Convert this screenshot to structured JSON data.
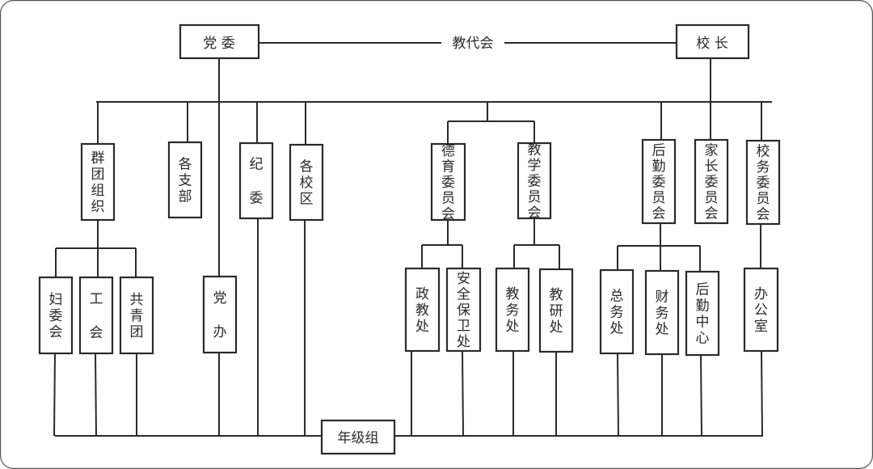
{
  "title": "学校组织结构图",
  "top": {
    "party_committee": "党 委",
    "staff_congress": "教代会",
    "principal": "校 长"
  },
  "level2": {
    "mass_orgs": "群团组织",
    "branches": "各支部",
    "discipline": "纪委",
    "campuses": "各校区",
    "moral_committee": "德育委员会",
    "teaching_committee": "教学委员会",
    "logistics_committee": "后勤委员会",
    "parents_committee": "家长委员会",
    "affairs_committee": "校务委员会"
  },
  "level3": {
    "womens_committee": "妇委会",
    "union": "工会",
    "youth_league": "共青团",
    "party_office": "党办",
    "political_edu": "政教处",
    "security": "安全保卫处",
    "academic_affairs": "教务处",
    "teaching_research": "教研处",
    "general_affairs": "总务处",
    "finance": "财务处",
    "logistics_center": "后勤中心",
    "office": "办公室"
  },
  "bottom": {
    "grade_groups": "年级组"
  }
}
